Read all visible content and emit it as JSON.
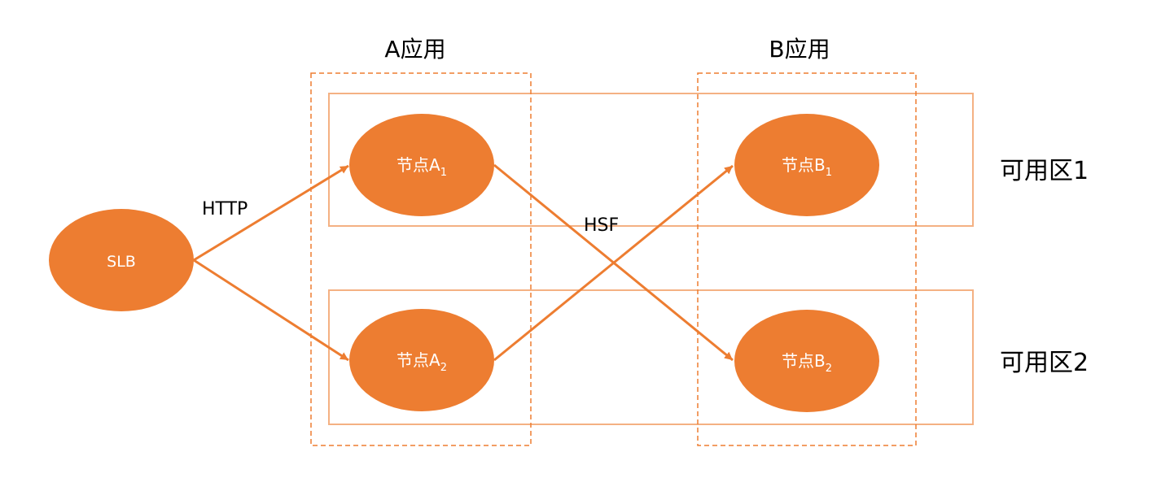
{
  "diagram": {
    "accent": "#ED7D31",
    "groups": {
      "app_a": "A应用",
      "app_b": "B应用"
    },
    "zones": {
      "zone1": "可用区1",
      "zone2": "可用区2"
    },
    "nodes": {
      "slb": "SLB",
      "a1": {
        "base": "节点A",
        "sub": "1"
      },
      "a2": {
        "base": "节点A",
        "sub": "2"
      },
      "b1": {
        "base": "节点B",
        "sub": "1"
      },
      "b2": {
        "base": "节点B",
        "sub": "2"
      }
    },
    "edges": {
      "http": "HTTP",
      "hsf": "HSF"
    }
  }
}
